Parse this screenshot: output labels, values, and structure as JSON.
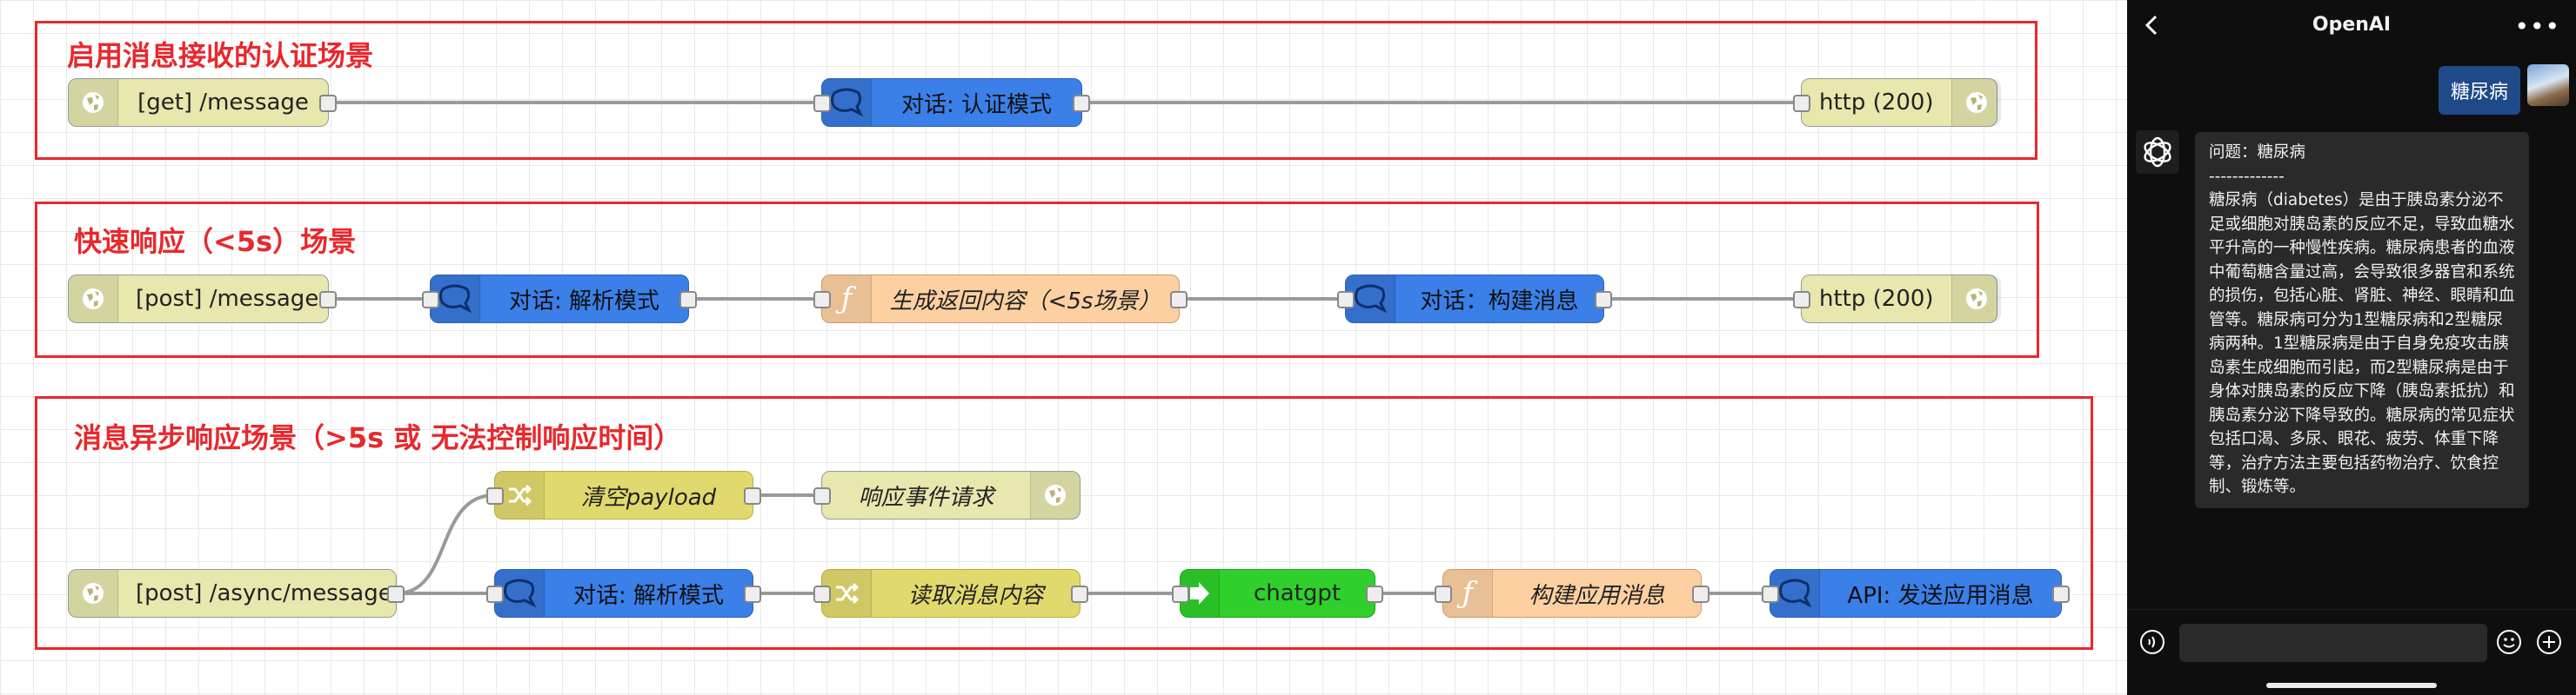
{
  "flow": {
    "groups": [
      {
        "title": "启用消息接收的认证场景"
      },
      {
        "title": "快速响应（<5s）场景"
      },
      {
        "title": "消息异步响应场景（>5s 或 无法控制响应时间）"
      }
    ],
    "nodes": {
      "get_message": "[get] /message",
      "auth_mode": "对话: 认证模式",
      "http200_a": "http (200)",
      "post_message": "[post] /message",
      "parse_mode_a": "对话: 解析模式",
      "gen_content": "生成返回内容（<5s场景）",
      "build_msg": "对话：构建消息",
      "http200_b": "http (200)",
      "clear_payload": "清空payload",
      "respond_event": "响应事件请求",
      "post_async": "[post] /async/message",
      "parse_mode_b": "对话: 解析模式",
      "read_content": "读取消息内容",
      "chatgpt": "chatgpt",
      "build_app_msg": "构建应用消息",
      "api_send": "API: 发送应用消息"
    },
    "colors": {
      "group_border": "#e8282c",
      "http_node": "#e7e7ae",
      "dialog_node": "#3b7fe8",
      "function_node": "#fdd0a2",
      "change_node": "#e2d96e",
      "chatgpt_node": "#2fd02b",
      "wire": "#999999"
    }
  },
  "chat": {
    "title": "OpenAI",
    "user_message": "糖尿病",
    "bot_message": "问题：糖尿病\n-------------\n糖尿病（diabetes）是由于胰岛素分泌不足或细胞对胰岛素的反应不足，导致血糖水平升高的一种慢性疾病。糖尿病患者的血液中葡萄糖含量过高，会导致很多器官和系统的损伤，包括心脏、肾脏、神经、眼睛和血管等。糖尿病可分为1型糖尿病和2型糖尿病两种。1型糖尿病是由于自身免疫攻击胰岛素生成细胞而引起，而2型糖尿病是由于身体对胰岛素的反应下降（胰岛素抵抗）和胰岛素分泌下降导致的。糖尿病的常见症状包括口渴、多尿、眼花、疲劳、体重下降等，治疗方法主要包括药物治疗、饮食控制、锻炼等。",
    "input_value": "",
    "icons": [
      "back-icon",
      "more-icon",
      "voice-icon",
      "emoji-icon",
      "plus-icon",
      "openai-logo-icon"
    ],
    "colors": {
      "background": "#0e0e0e",
      "user_bubble": "#1f4a8a",
      "bot_bubble": "#2a2a2a"
    }
  }
}
